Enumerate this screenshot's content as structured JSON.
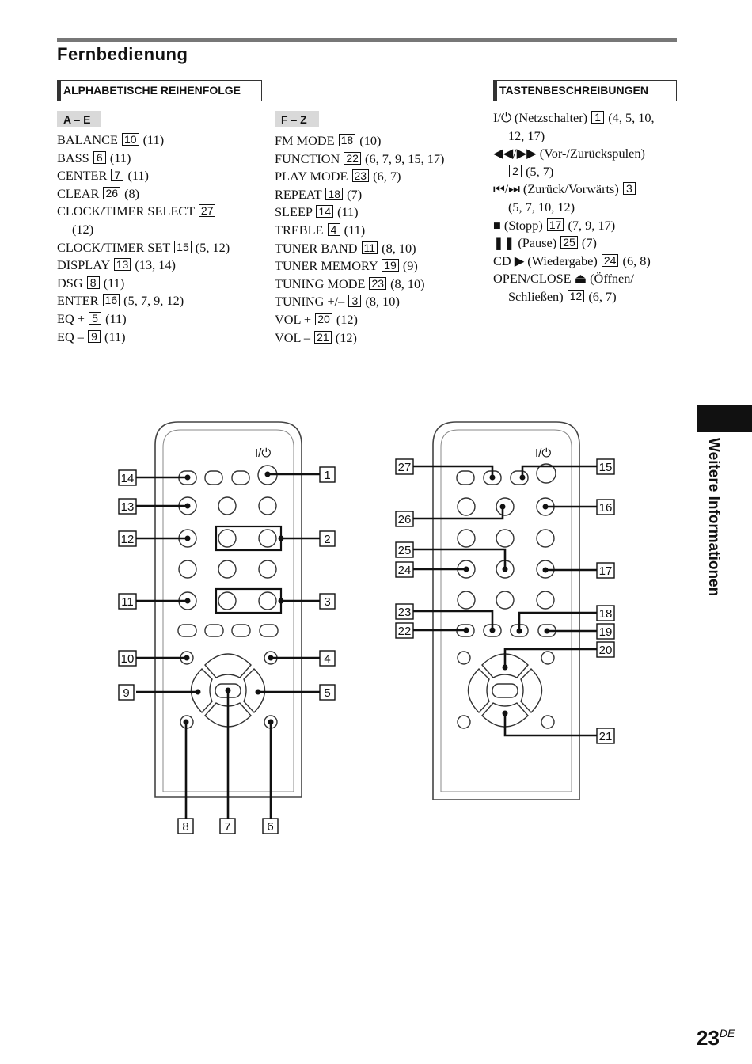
{
  "page": {
    "title": "Fernbedienung",
    "page_number": "23",
    "page_suffix": "DE",
    "side_label": "Weitere Informationen"
  },
  "alpha": {
    "header": "ALPHABETISCHE REIHENFOLGE",
    "ae": {
      "header": "A – E",
      "items": [
        {
          "label": "BALANCE",
          "num": "10",
          "pages": "(11)"
        },
        {
          "label": "BASS",
          "num": "6",
          "pages": "(11)"
        },
        {
          "label": "CENTER",
          "num": "7",
          "pages": "(11)"
        },
        {
          "label": "CLEAR",
          "num": "26",
          "pages": "(8)"
        },
        {
          "label": "CLOCK/TIMER SELECT",
          "num": "27",
          "pages": "(12)",
          "wrap": true
        },
        {
          "label": "CLOCK/TIMER SET",
          "num": "15",
          "pages": "(5, 12)"
        },
        {
          "label": "DISPLAY",
          "num": "13",
          "pages": "(13, 14)"
        },
        {
          "label": "DSG",
          "num": "8",
          "pages": "(11)"
        },
        {
          "label": "ENTER",
          "num": "16",
          "pages": "(5, 7, 9, 12)"
        },
        {
          "label": "EQ +",
          "num": "5",
          "pages": "(11)"
        },
        {
          "label": "EQ –",
          "num": "9",
          "pages": "(11)"
        }
      ]
    },
    "fz": {
      "header": "F – Z",
      "items": [
        {
          "label": "FM MODE",
          "num": "18",
          "pages": "(10)"
        },
        {
          "label": "FUNCTION",
          "num": "22",
          "pages": "(6, 7, 9, 15, 17)"
        },
        {
          "label": "PLAY MODE",
          "num": "23",
          "pages": "(6, 7)"
        },
        {
          "label": "REPEAT",
          "num": "18",
          "pages": "(7)"
        },
        {
          "label": "SLEEP",
          "num": "14",
          "pages": "(11)"
        },
        {
          "label": "TREBLE",
          "num": "4",
          "pages": "(11)"
        },
        {
          "label": "TUNER BAND",
          "num": "11",
          "pages": "(8, 10)"
        },
        {
          "label": "TUNER MEMORY",
          "num": "19",
          "pages": "(9)"
        },
        {
          "label": "TUNING MODE",
          "num": "23",
          "pages": "(8, 10)"
        },
        {
          "label": "TUNING +/–",
          "num": "3",
          "pages": "(8, 10)"
        },
        {
          "label": "VOL +",
          "num": "20",
          "pages": "(12)"
        },
        {
          "label": "VOL –",
          "num": "21",
          "pages": "(12)"
        }
      ]
    }
  },
  "desc": {
    "header": "TASTENBESCHREIBUNGEN",
    "items": [
      {
        "pre": "I/⏻",
        "label": "(Netzschalter)",
        "num": "1",
        "pages": "(4, 5, 10,",
        "cont": "12, 17)"
      },
      {
        "pre": "◀◀/▶▶",
        "label": "(Vor-/Zurückspulen)",
        "num": "2",
        "pages": "(5, 7)",
        "numcont": true
      },
      {
        "pre": "⏮/⏭",
        "label": "(Zurück/Vorwärts)",
        "num": "3",
        "pages": "",
        "cont": "(5, 7, 10, 12)"
      },
      {
        "pre": "■",
        "label": "(Stopp)",
        "num": "17",
        "pages": "(7, 9, 17)"
      },
      {
        "pre": "❚❚",
        "label": "(Pause)",
        "num": "25",
        "pages": "(7)"
      },
      {
        "pre": "CD ▶",
        "label": "(Wiedergabe)",
        "num": "24",
        "pages": "(6, 8)"
      },
      {
        "pre": "OPEN/CLOSE ⏏",
        "label": "(Öffnen/",
        "num": "12",
        "pages": "(6, 7)",
        "cont": "Schließen)",
        "numafter": true
      }
    ]
  },
  "remote": {
    "power_label": "I/⏻",
    "callouts_left": [
      "1",
      "2",
      "3",
      "4",
      "5",
      "6",
      "7",
      "8",
      "9",
      "10",
      "11",
      "12",
      "13",
      "14"
    ],
    "callouts_right": [
      "15",
      "16",
      "17",
      "18",
      "19",
      "20",
      "21",
      "22",
      "23",
      "24",
      "25",
      "26",
      "27"
    ]
  }
}
